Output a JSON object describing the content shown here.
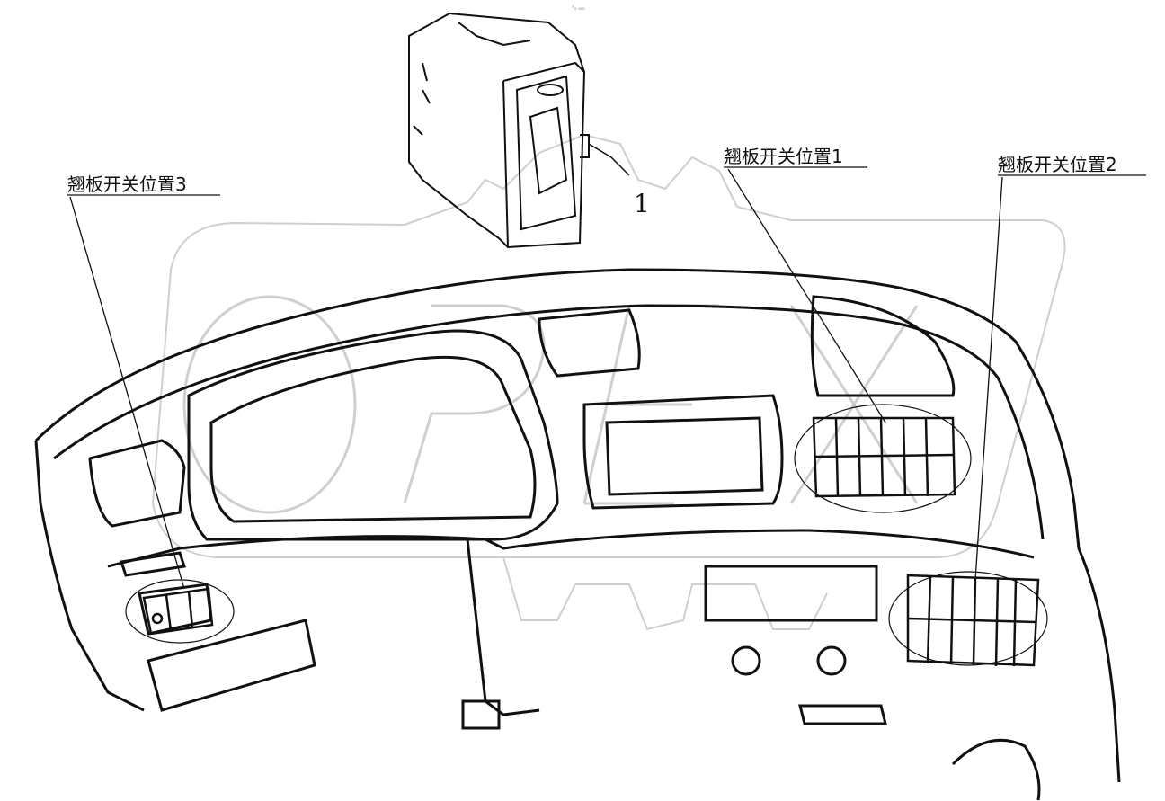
{
  "header": {
    "tiny_mark": "°₀ ₀₀₀"
  },
  "callouts": {
    "part_number": "1",
    "position_1": "翘板开关位置1",
    "position_2": "翘板开关位置2",
    "position_3": "翘板开关位置3"
  },
  "watermark": {
    "text": "OPEX"
  },
  "colors": {
    "line": "#111111",
    "watermark": "#cfcfcf",
    "background": "#ffffff"
  }
}
